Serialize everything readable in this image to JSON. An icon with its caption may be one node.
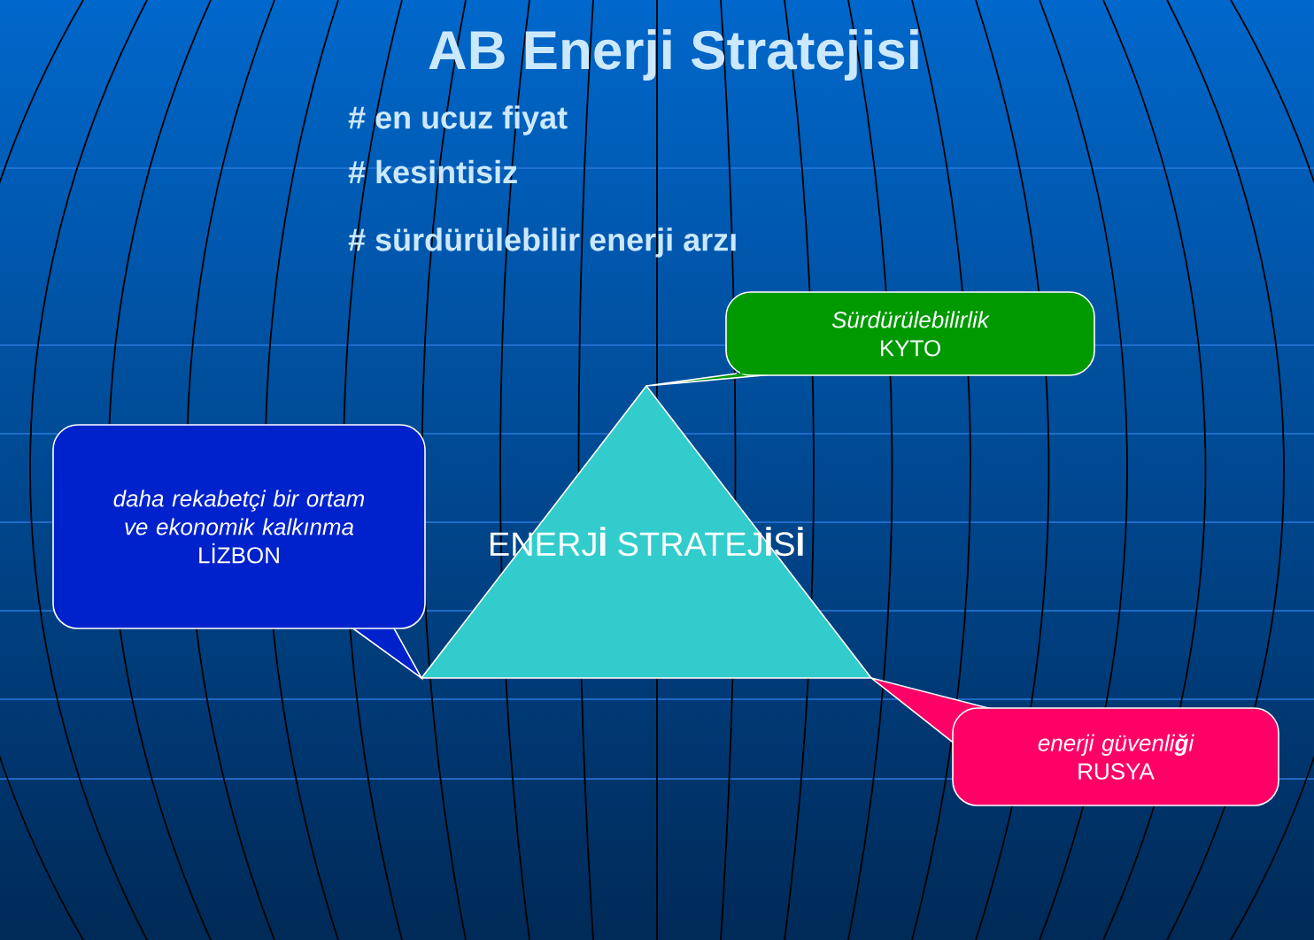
{
  "diagram": {
    "title": "AB Enerji Stratejisi",
    "nodes": [
      {
        "text": [
          "ENERJ**İ** STRATEJ**İ**S**İ**"
        ]
      },
      {
        "text": [
          "Sürdürülebilirlik",
          "KYTO"
        ]
      },
      {
        "text": [
          "daha rekabetçi bir ortam ve ekonomik kalkınma",
          "LİZBON"
        ]
      },
      {
        "text": [
          "enerji güvenli**ğ**i",
          "RUSYA"
        ]
      }
    ],
    "labels": [
      "# en ucuz fiyat",
      "# kesintisiz",
      "# sürdürülebilir enerji arzı"
    ]
  }
}
